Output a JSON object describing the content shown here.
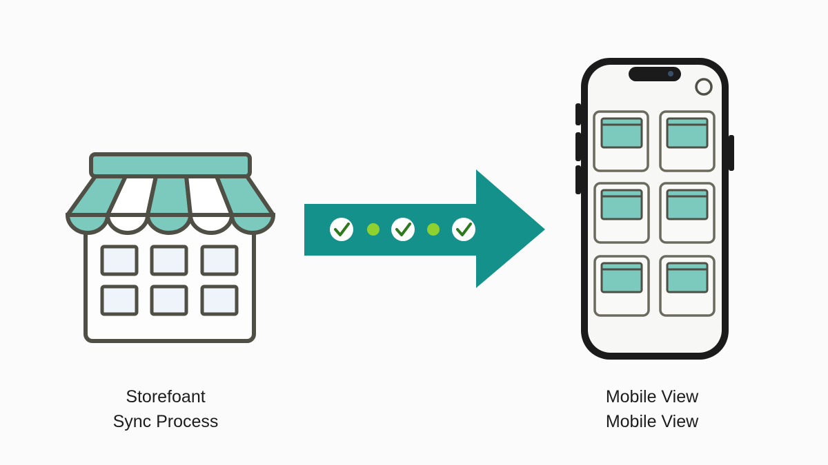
{
  "left_caption": {
    "line1": "Storefoant",
    "line2": "Sync Process"
  },
  "right_caption": {
    "line1": "Mobile View",
    "line2": "Mobile View"
  },
  "icons": {
    "store": "storefront-icon",
    "arrow": "sync-arrow-icon",
    "phone": "smartphone-icon",
    "check": "check-icon"
  },
  "colors": {
    "teal_light": "#7cc9be",
    "teal_dark": "#14918a",
    "outline": "#4f4f45",
    "window_fill": "#eef4f9",
    "check_green": "#2d7a1d",
    "dot_green": "#8fd12f",
    "phone_frame": "#1b1b1b",
    "background": "#fbfbfb"
  }
}
